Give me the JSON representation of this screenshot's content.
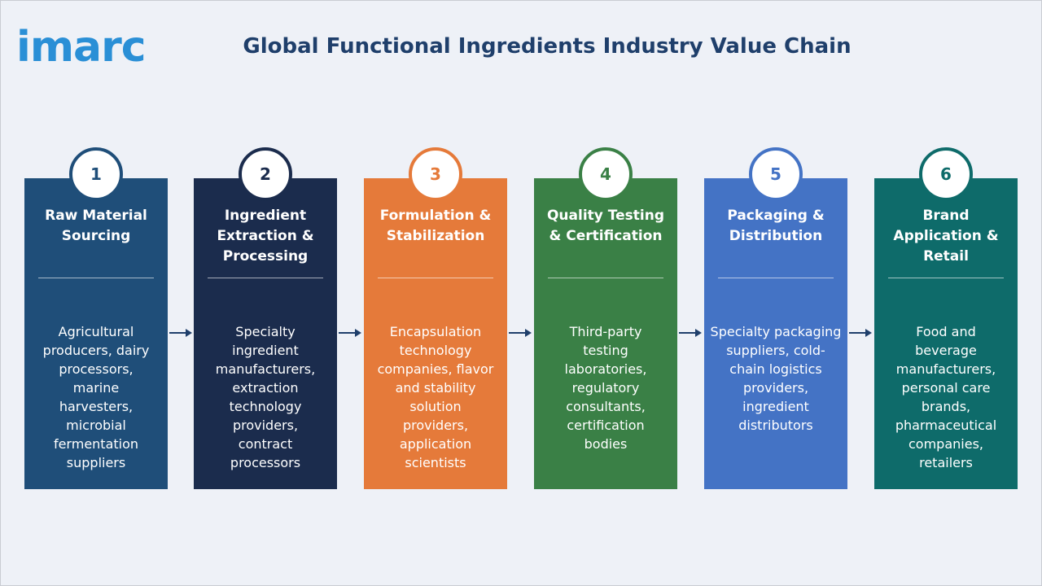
{
  "logo": "imarc",
  "title": "Global Functional Ingredients Industry Value Chain",
  "stages": [
    {
      "number": "1",
      "heading_lines": [
        "Raw Material",
        "Sourcing"
      ],
      "desc_lines": [
        "Agricultural",
        "producers, dairy",
        "processors,",
        "marine",
        "harvesters,",
        "microbial",
        "fermentation",
        "suppliers"
      ],
      "color": "#1f4e79",
      "badge_border": "#1f4e79",
      "number_color": "#1f4e79"
    },
    {
      "number": "2",
      "heading_lines": [
        "Ingredient",
        "Extraction &",
        "Processing"
      ],
      "desc_lines": [
        "Specialty",
        "ingredient",
        "manufacturers,",
        "extraction",
        "technology",
        "providers,",
        "contract",
        "processors"
      ],
      "color": "#1b2c4d",
      "badge_border": "#1b2c4d",
      "number_color": "#1b2c4d"
    },
    {
      "number": "3",
      "heading_lines": [
        "Formulation &",
        "Stabilization"
      ],
      "desc_lines": [
        "Encapsulation",
        "technology",
        "companies, flavor",
        "and stability",
        "solution",
        "providers,",
        "application",
        "scientists"
      ],
      "color": "#e57a3a",
      "badge_border": "#e57a3a",
      "number_color": "#e57a3a"
    },
    {
      "number": "4",
      "heading_lines": [
        "Quality Testing",
        "& Certification"
      ],
      "desc_lines": [
        "Third-party",
        "testing",
        "laboratories,",
        "regulatory",
        "consultants,",
        "certification",
        "bodies"
      ],
      "color": "#3a8046",
      "badge_border": "#3a8046",
      "number_color": "#3a8046"
    },
    {
      "number": "5",
      "heading_lines": [
        "Packaging &",
        "Distribution"
      ],
      "desc_lines": [
        "Specialty packaging",
        "suppliers, cold-",
        "chain logistics",
        "providers,",
        "ingredient",
        "distributors"
      ],
      "color": "#4473c5",
      "badge_border": "#4473c5",
      "number_color": "#4473c5"
    },
    {
      "number": "6",
      "heading_lines": [
        "Brand",
        "Application &",
        "Retail"
      ],
      "desc_lines": [
        "Food and",
        "beverage",
        "manufacturers,",
        "personal care",
        "brands,",
        "pharmaceutical",
        "companies,",
        "retailers"
      ],
      "color": "#0e6b6a",
      "badge_border": "#0e6b6a",
      "number_color": "#0e6b6a"
    }
  ],
  "arrow_color": "#1f3f6b"
}
